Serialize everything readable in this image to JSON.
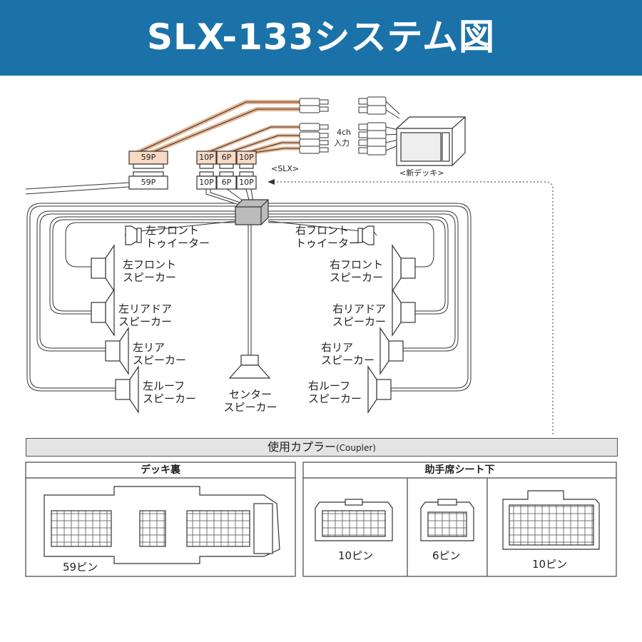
{
  "title": "SLX-133システム図",
  "harness": {
    "plug_59p_top": "59P",
    "plug_59p_bottom": "59P",
    "plug_10p_a_top": "10P",
    "plug_6p_top": "6P",
    "plug_10p_b_top": "10P",
    "plug_10p_a_bottom": "10P",
    "plug_6p_bottom": "6P",
    "plug_10p_b_bottom": "10P",
    "input_label_1": "4ch",
    "input_label_2": "入力",
    "slx_label": "<SLX>",
    "deck_label": "<新デッキ>"
  },
  "speakers": {
    "left_front_tweeter": [
      "左フロント",
      "トゥイーター"
    ],
    "left_front": [
      "左フロント",
      "スピーカー"
    ],
    "left_rear_door": [
      "左リアドア",
      "スピーカー"
    ],
    "left_rear": [
      "左リア",
      "スピーカー"
    ],
    "left_roof": [
      "左ルーフ",
      "スピーカー"
    ],
    "center": [
      "センター",
      "スピーカー"
    ],
    "right_front_tweeter": [
      "右フロント",
      "トゥイーター"
    ],
    "right_front": [
      "右フロント",
      "スピーカー"
    ],
    "right_rear_door": [
      "右リアドア",
      "スピーカー"
    ],
    "right_rear": [
      "右リア",
      "スピーカー"
    ],
    "right_roof": [
      "右ルーフ",
      "スピーカー"
    ]
  },
  "couplers": {
    "section_title": "使用カプラー",
    "section_title_en": "(Coupler)",
    "deck_back_title": "デッキ裏",
    "seat_title": "助手席シート下",
    "pin59": "59ピン",
    "pin10_a": "10ピン",
    "pin6": "6ピン",
    "pin10_b": "10ピン"
  },
  "colors": {
    "banner": "#1a72a8",
    "plug_highlight": "#f7d9c4"
  }
}
